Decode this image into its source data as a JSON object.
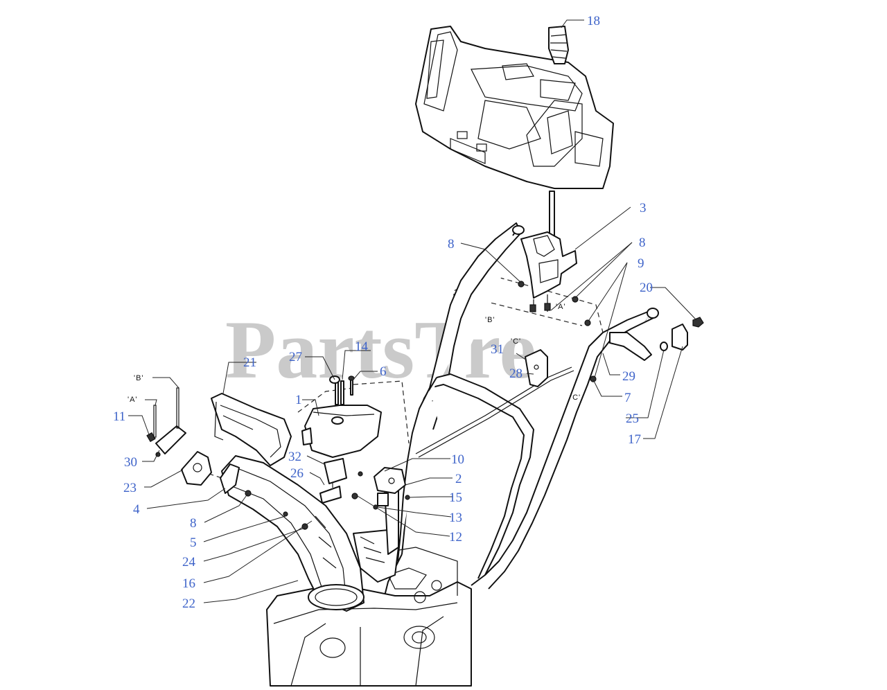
{
  "watermark": {
    "text": "PartsTre",
    "mark": "®"
  },
  "callouts": {
    "c1": "1",
    "c2": "2",
    "c3": "3",
    "c4": "4",
    "c5": "5",
    "c6": "6",
    "c7": "7",
    "c8a": "8",
    "c8b": "8",
    "c8c": "8",
    "c9": "9",
    "c10": "10",
    "c11": "11",
    "c12": "12",
    "c13": "13",
    "c14": "14",
    "c15": "15",
    "c16": "16",
    "c17": "17",
    "c18": "18",
    "c20": "20",
    "c21": "21",
    "c22": "22",
    "c23": "23",
    "c24": "24",
    "c25": "25",
    "c26": "26",
    "c27": "27",
    "c28": "28",
    "c29": "29",
    "c30": "30",
    "c31": "31",
    "c32": "32"
  },
  "references": {
    "a_right": "'A'",
    "b_right": "'B'",
    "c_right1": "'C'",
    "c_right2": "'C'",
    "b_left": "'B'",
    "a_left": "'A'"
  }
}
